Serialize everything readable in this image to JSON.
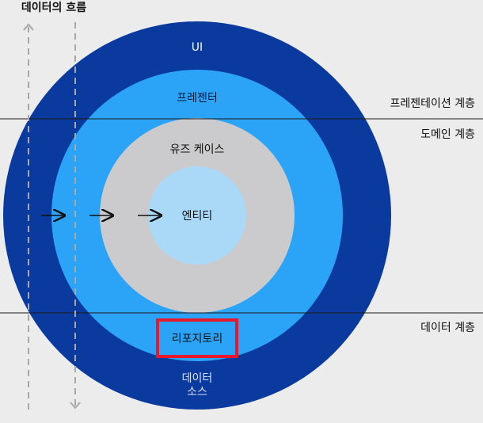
{
  "title": "데이터의 흐름",
  "rings": {
    "ui": "UI",
    "presenter": "프레젠터",
    "use_cases": "유즈 케이스",
    "entity": "엔티티",
    "repository": "리포지토리",
    "data_source_line1": "데이터",
    "data_source_line2": "소스"
  },
  "layers": {
    "presentation": "프레젠테이션 계층",
    "domain": "도메인 계층",
    "data": "데이터 계층"
  },
  "colors": {
    "outer_ring": "#0a3a9e",
    "middle_ring": "#2ba3f7",
    "use_case_ring": "#cbcbcd",
    "entity_core": "#a9d9f7",
    "highlight_box": "#e8192c"
  },
  "icons": {
    "arrows": [
      "arrow-right-icon",
      "arrow-right-icon",
      "arrow-right-icon"
    ],
    "flow_up": "arrow-up-icon",
    "flow_down": "arrow-down-icon"
  }
}
